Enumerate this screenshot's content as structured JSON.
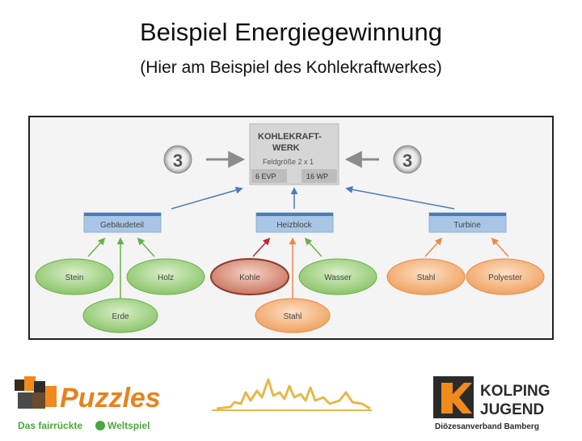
{
  "slide": {
    "title": "Beispiel Energiegewinnung",
    "subtitle": "(Hier am Beispiel des Kohlekraftwerkes)"
  },
  "card": {
    "title_line1": "KOHLEKRAFT-",
    "title_line2": "WERK",
    "size": "Feldgröße 2 x 1",
    "evp": "6 EVP",
    "wp": "16 WP"
  },
  "side_badges": [
    "3",
    "3"
  ],
  "components": [
    "Gebäudeteil",
    "Heizblock",
    "Turbine"
  ],
  "resources": [
    "Stein",
    "Holz",
    "Kohle",
    "Wasser",
    "Stahl",
    "Polyester",
    "Erde",
    "Stahl"
  ],
  "colors": {
    "green": "#8cc56a",
    "orange": "#f0a260",
    "coal": "#c97560",
    "blue_box": "#a9c6e6",
    "card": "#d6d6d6"
  },
  "logos": {
    "left_brand": "Puzzles",
    "left_tagline": "Das fairrückte",
    "left_tagline2": "Weltspiel",
    "right_line1": "KOLPING",
    "right_line2": "JUGEND",
    "right_tagline": "Diözesanverband Bamberg"
  }
}
